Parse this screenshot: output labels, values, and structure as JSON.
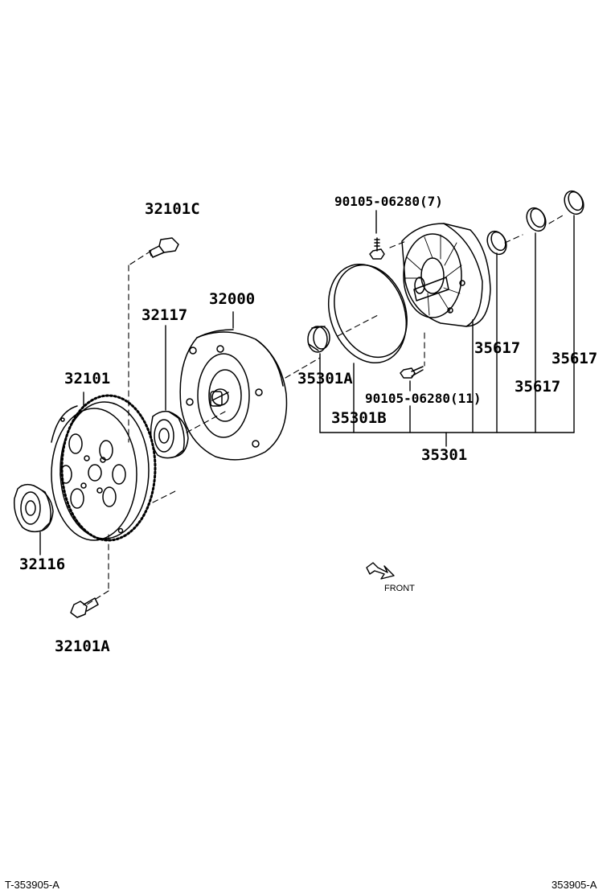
{
  "parts": {
    "p32101C": "32101C",
    "p32000": "32000",
    "p32117": "32117",
    "p32101": "32101",
    "p32116": "32116",
    "p32101A": "32101A",
    "p90105_7": "90105-06280(7)",
    "p90105_11": "90105-06280(11)",
    "p35301A": "35301A",
    "p35301B": "35301B",
    "p35301": "35301",
    "p35617_a": "35617",
    "p35617_b": "35617",
    "p35617_c": "35617"
  },
  "direction_label": "FRONT",
  "footer": {
    "left_code": "T-353905-A",
    "right_code": "353905-A"
  },
  "colors": {
    "line": "#000000",
    "background": "#ffffff"
  }
}
